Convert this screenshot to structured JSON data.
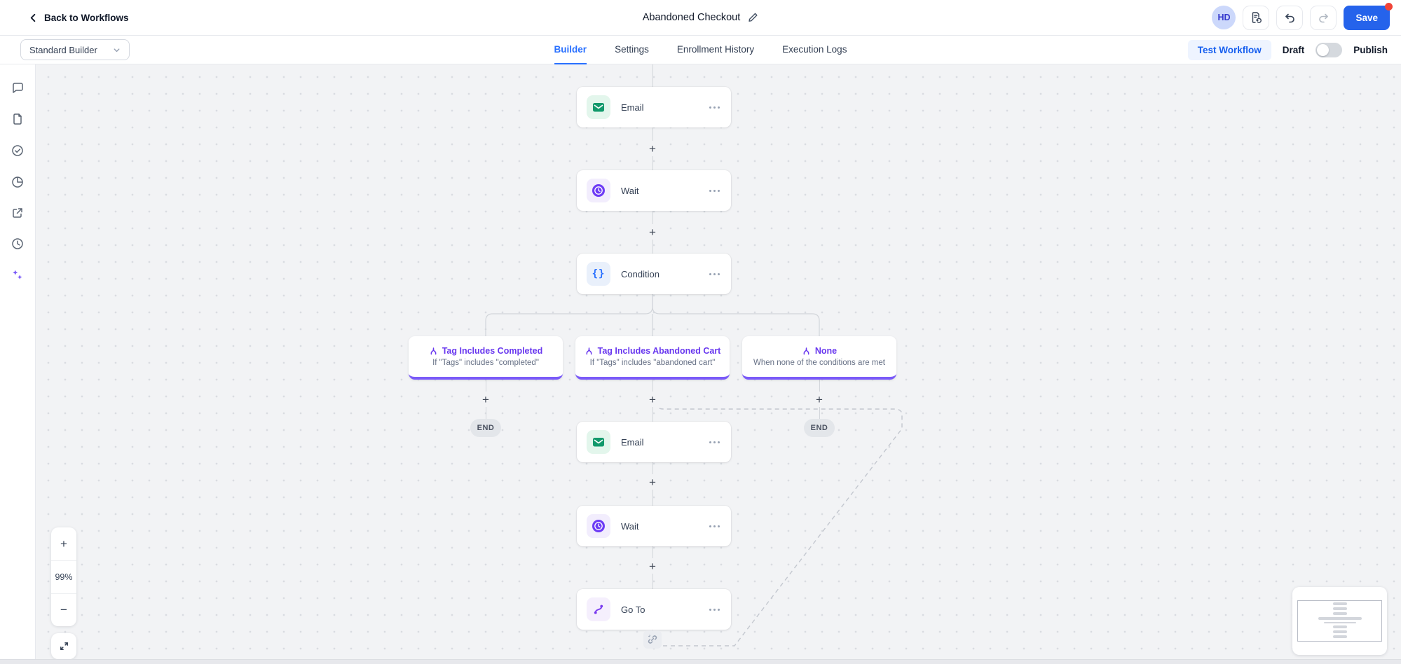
{
  "header": {
    "back_label": "Back to Workflows",
    "title": "Abandoned Checkout",
    "avatar_initials": "HD",
    "save_label": "Save",
    "icons": [
      "back-chevron-icon",
      "edit-pencil-icon",
      "document-history-icon",
      "undo-icon",
      "redo-icon",
      "notification-dot"
    ]
  },
  "toolbar": {
    "builder_mode": "Standard Builder",
    "tabs": [
      {
        "label": "Builder",
        "active": true
      },
      {
        "label": "Settings",
        "active": false
      },
      {
        "label": "Enrollment History",
        "active": false
      },
      {
        "label": "Execution Logs",
        "active": false
      }
    ],
    "test_workflow_label": "Test Workflow",
    "draft_label": "Draft",
    "publish_label": "Publish",
    "publish_toggle_state": "off"
  },
  "sidebar": {
    "icons": [
      "chat-icon",
      "file-icon",
      "check-circle-icon",
      "pie-chart-icon",
      "external-link-icon",
      "history-clock-icon",
      "ai-sparkles-icon"
    ]
  },
  "canvas": {
    "nodes": {
      "email1": {
        "label": "Email",
        "icon": "email-icon"
      },
      "wait1": {
        "label": "Wait",
        "icon": "wait-clock-icon"
      },
      "condition": {
        "label": "Condition",
        "icon": "condition-braces-icon"
      },
      "email2": {
        "label": "Email",
        "icon": "email-icon"
      },
      "wait2": {
        "label": "Wait",
        "icon": "wait-clock-icon"
      },
      "goto": {
        "label": "Go To",
        "icon": "goto-path-icon"
      }
    },
    "branches": [
      {
        "title": "Tag Includes Completed",
        "subtitle": "If \"Tags\" includes \"completed\""
      },
      {
        "title": "Tag Includes Abandoned Cart",
        "subtitle": "If \"Tags\" includes \"abandoned cart\""
      },
      {
        "title": "None",
        "subtitle": "When none of the conditions are met"
      }
    ],
    "end_label": "END",
    "plus_label": "+",
    "zoom": {
      "in_label": "+",
      "out_label": "−",
      "percent": "99%"
    }
  },
  "colors": {
    "accent_blue": "#2970ff",
    "save_blue": "#2563eb",
    "branch_purple": "#6938ef",
    "email_green": "#0e9f6e",
    "notification_red": "#f04438"
  }
}
